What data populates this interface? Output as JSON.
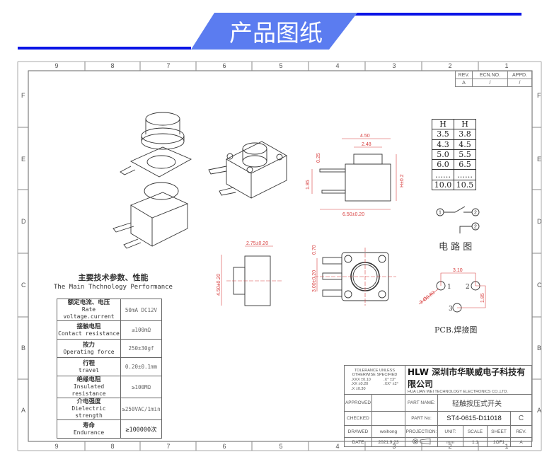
{
  "banner": {
    "title": "产品图纸",
    "color": "#5b7cf0",
    "line_color": "#0a14e6"
  },
  "frame": {
    "columns": [
      "9",
      "8",
      "7",
      "6",
      "5",
      "4",
      "3",
      "2",
      "1"
    ],
    "rows": [
      "F",
      "E",
      "D",
      "C",
      "B",
      "A"
    ]
  },
  "revision_table": {
    "headers": [
      "REV.",
      "ECN.NO.",
      "APPD."
    ],
    "row": [
      "A",
      "/",
      "/"
    ]
  },
  "h_table": {
    "headers": [
      "H",
      "H"
    ],
    "rows": [
      [
        "3.5",
        "3.8"
      ],
      [
        "4.3",
        "4.5"
      ],
      [
        "5.0",
        "5.5"
      ],
      [
        "6.0",
        "6.5"
      ],
      [
        "……",
        "……"
      ],
      [
        "10.0",
        "10.5"
      ]
    ]
  },
  "dimensions": {
    "front": {
      "width": "4.50",
      "cap": "2.48",
      "pin_thick": "0.25",
      "pin_height": "1.85",
      "height": "H±0.2",
      "total": "6.50±0.20"
    },
    "side": {
      "depth": "2.75±0.20",
      "height": "4.50±0.20"
    },
    "top": {
      "pin_w": "0.70",
      "pitch": "3.00±0.20"
    },
    "pcb": {
      "spacing": "3.10",
      "hole": "3-Ø0.80",
      "offset": "1.85",
      "pins": [
        "1",
        "2",
        "3"
      ]
    }
  },
  "circuit": {
    "title": "电 路 图",
    "nodes": [
      "1",
      "2",
      "2"
    ]
  },
  "pcb_title": "PCB.焊接图",
  "specs": {
    "title_cn": "主要技术参数、性能",
    "title_en": "The Main Thchnology Performance",
    "rows": [
      {
        "cn": "额定电流、电压",
        "en": "Rate voltage.current",
        "value": "50mA DC12V"
      },
      {
        "cn": "接触电阻",
        "en": "Contact resistance",
        "value": "≤100mΩ"
      },
      {
        "cn": "按力",
        "en": "Operating force",
        "value": "250±30gf"
      },
      {
        "cn": "行程",
        "en": "travel",
        "value": "0.20±0.1mm"
      },
      {
        "cn": "绝缘电阻",
        "en": "Insulated resistance",
        "value": "≥100MΩ"
      },
      {
        "cn": "介电强度",
        "en": "Dielectric strength",
        "value": "≥250VAC/1min"
      },
      {
        "cn": "寿命",
        "en": "Endurance",
        "value": "≥100000次"
      }
    ]
  },
  "title_block": {
    "tolerance_title": "TOLERANCE UNLESS OTHERWISE SPECIFIED",
    "tol_1": ".XXX ±0.10",
    "tol_2": ".XX ±0.20",
    "tol_3": ".X ±0.30",
    "ang_1": ".X° ±3°",
    "ang_2": ".XX° ±2°",
    "logo": "HLW",
    "company_cn": "深圳市华联威电子科技有限公司",
    "company_en": "HUA LIAN WEI TECHNOLOGY ELECTRONICS CO.,LTD.",
    "approved": "APPROVED",
    "checked": "CHECKED",
    "drawed": "DRAWED",
    "drawer": "weihong",
    "date_label": "DATE",
    "date": "2021.9.23",
    "part_name_label": "PART NAME:",
    "part_name": "轻触按压式开关",
    "part_no_label": "PART No:",
    "part_no": "ST4-0615-D11018",
    "rev_value": "C",
    "projection": "PROJECTION:",
    "unit_label": "UNIT:",
    "unit": "mm",
    "scale_label": "SCALE",
    "scale": "1:1",
    "sheet_label": "SHEET",
    "sheet": "1OF1",
    "rev_label": "REV.",
    "rev": "A"
  }
}
